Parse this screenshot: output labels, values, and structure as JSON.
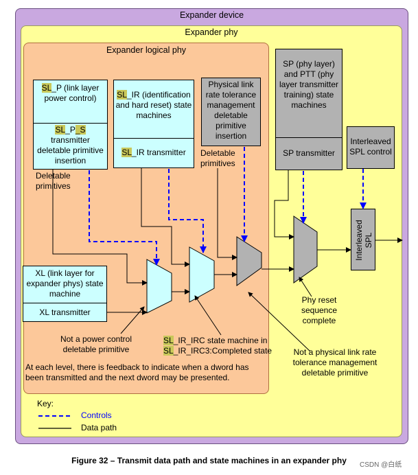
{
  "containers": {
    "device": "Expander device",
    "phy": "Expander phy",
    "logical": "Expander logical phy"
  },
  "boxes": {
    "slp_top": {
      "hl": "SL",
      "text": "_P (link layer power control)"
    },
    "slp_s": {
      "hl1": "SL",
      "mid": "_P",
      "hl2": "_S",
      "text": "transmitter deletable primitive insertion"
    },
    "slir_sm": {
      "hl": "SL",
      "text": "_IR (identification and hard reset) state machines"
    },
    "slir_tx": {
      "hl": "SL",
      "text": "_IR transmitter"
    },
    "plrt": "Physical link rate tolerance management deletable primitive insertion",
    "sp_sm": "SP (phy layer) and PTT (phy layer transmitter training) state machines",
    "sp_tx": "SP transmitter",
    "ispl_ctrl": "Interleaved SPL control",
    "ispl": "Interleaved SPL",
    "xl_sm": "XL (link layer for expander phys) state machine",
    "xl_tx": "XL transmitter"
  },
  "labels": {
    "deletable1": "Deletable primitives",
    "deletable2": "Deletable primitives",
    "not_power": "Not a power control deletable primitive",
    "irc_hl1": "SL",
    "irc_1": "_IR_IRC  state machine in",
    "irc_hl2": "SL",
    "irc_2": "_IR_IRC3:Completed state",
    "not_physical": "Not a physical link rate tolerance management deletable primitive",
    "phy_reset": "Phy reset sequence complete",
    "feedback": "At each level, there is feedback to indicate when a dword has been transmitted and the next dword may be presented."
  },
  "key": {
    "title": "Key:",
    "controls": "Controls",
    "data_path": "Data path"
  },
  "colors": {
    "control": "#0000ff",
    "cyan": "#ccffff",
    "gray": "#b2b2b2",
    "device": "#c9a8e0",
    "phy": "#ffff99",
    "logical": "#fcc89a"
  },
  "caption": "Figure 32 – Transmit data path and state machines in an expander phy",
  "watermark": "CSDN @白纸"
}
